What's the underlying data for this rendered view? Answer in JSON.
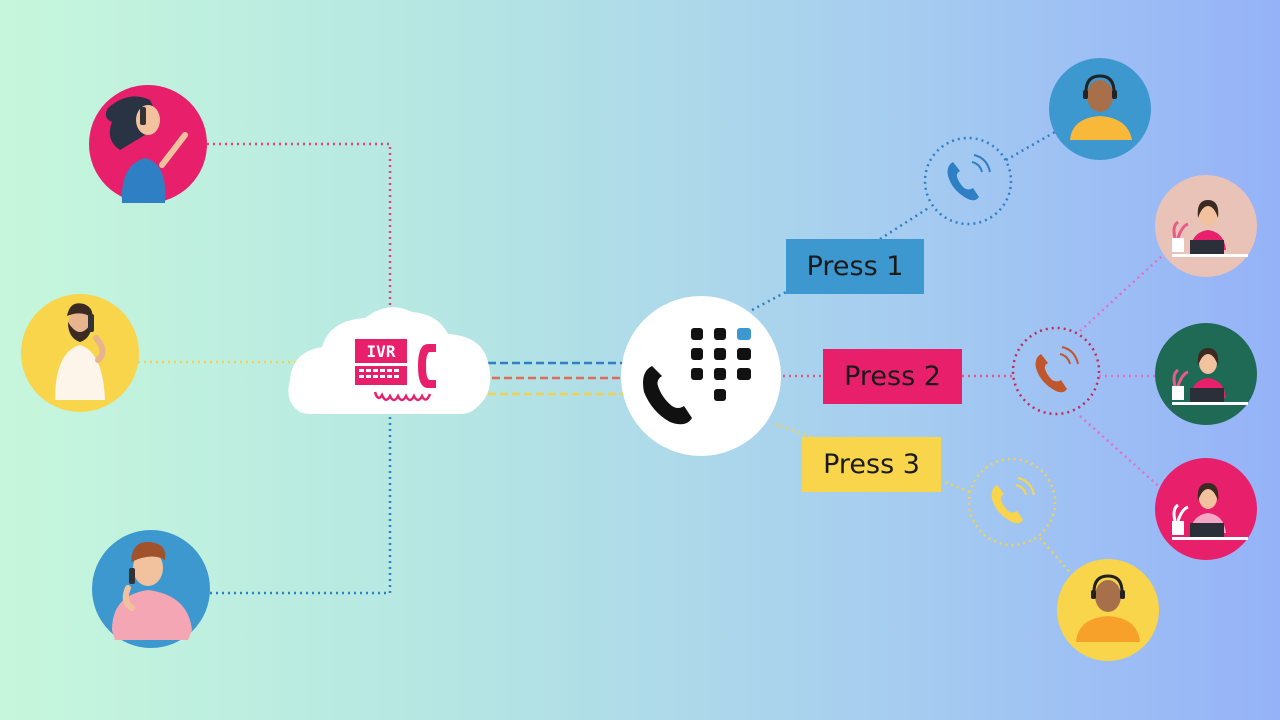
{
  "diagram": {
    "cloud": {
      "label": "IVR"
    },
    "options": [
      {
        "label": "Press 1",
        "color": "#3d98cf"
      },
      {
        "label": "Press 2",
        "color": "#e8206b"
      },
      {
        "label": "Press 3",
        "color": "#f8d54a"
      }
    ],
    "callers": [
      {
        "name": "caller-woman-icon",
        "bg": "#e8206b"
      },
      {
        "name": "caller-bearded-man-icon",
        "bg": "#f8d54a"
      },
      {
        "name": "caller-young-man-icon",
        "bg": "#3d98cf"
      }
    ],
    "agents": [
      {
        "name": "agent-man-blue-icon",
        "bg": "#3d98cf"
      },
      {
        "name": "agent-woman-beige-icon",
        "bg": "#e9c2b8"
      },
      {
        "name": "agent-woman-green-icon",
        "bg": "#1f6a55"
      },
      {
        "name": "agent-woman-pink-icon",
        "bg": "#e8206b"
      },
      {
        "name": "agent-man-yellow-icon",
        "bg": "#f8d54a"
      }
    ]
  }
}
